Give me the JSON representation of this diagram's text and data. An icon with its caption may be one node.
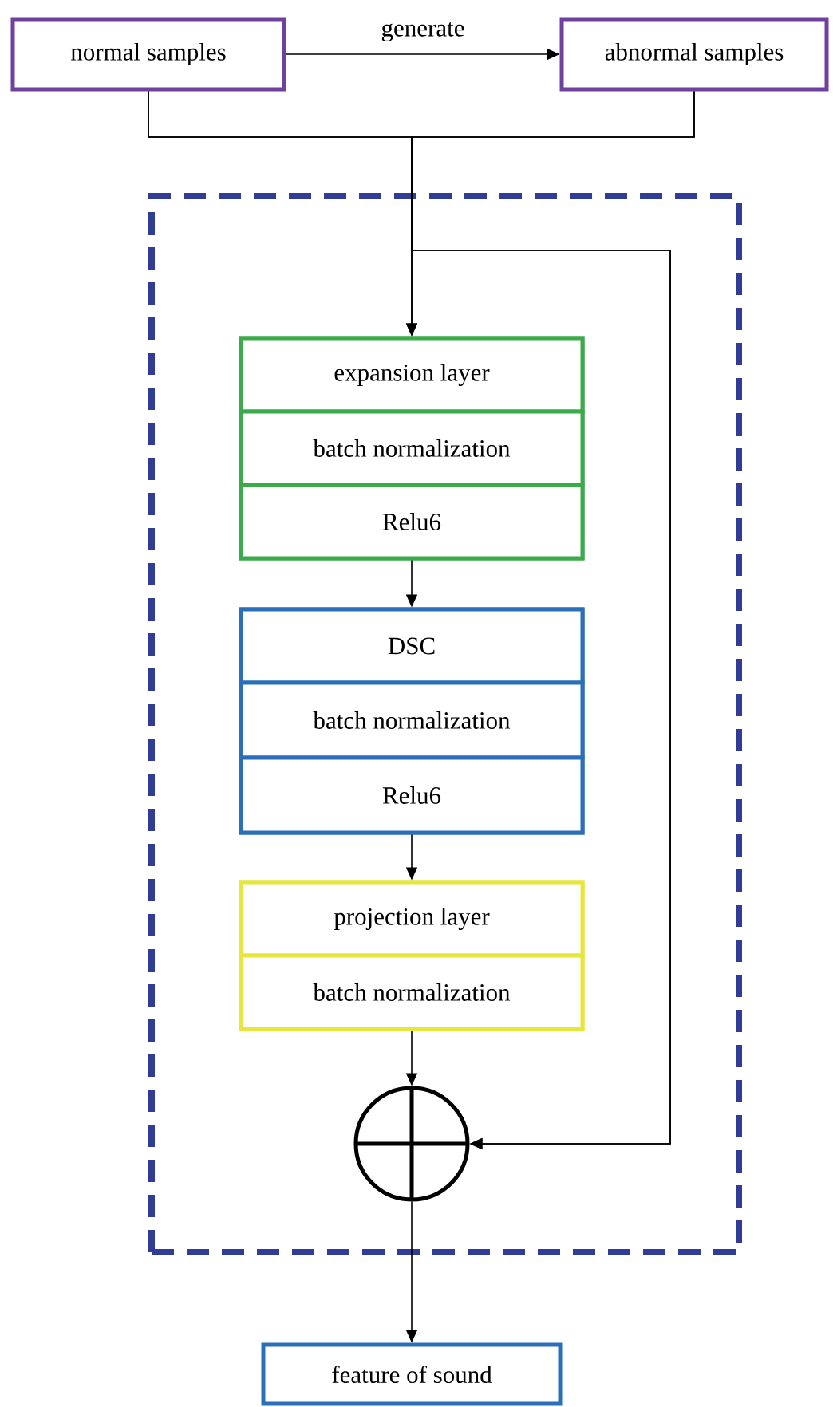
{
  "diagram": {
    "nodes": [
      {
        "text": [
          "normal samples"
        ]
      },
      {
        "text": [
          "abnormal samples"
        ]
      },
      {
        "text": [],
        "shape": "box"
      },
      {
        "text": [],
        "shape": "box",
        "in": 2
      },
      {
        "text": [
          "expansion layer"
        ],
        "in": 3
      },
      {
        "text": [
          "batch normalization"
        ],
        "in": 3
      },
      {
        "text": [
          "Relu6"
        ],
        "in": 3
      },
      {
        "text": [],
        "shape": "box",
        "in": 2
      },
      {
        "text": [
          "DSC"
        ],
        "in": 7
      },
      {
        "text": [
          "batch normalization"
        ],
        "in": 7
      },
      {
        "text": [
          "Relu6"
        ],
        "in": 7
      },
      {
        "text": [],
        "shape": "box",
        "in": 2
      },
      {
        "text": [
          "projection layer"
        ],
        "in": 11
      },
      {
        "text": [
          "batch normalization"
        ],
        "in": 11
      },
      {
        "text": [],
        "shape": "circle",
        "in": 2
      },
      {
        "text": [
          "feature of sound"
        ]
      }
    ],
    "edges": [
      {
        "from": 0,
        "to": 1,
        "arrow": "to",
        "label": "generate"
      },
      {
        "from": 0,
        "to": 3,
        "arrow": "to"
      },
      {
        "from": 1,
        "to": 3,
        "arrow": "to"
      },
      {
        "from": 0,
        "to": 14,
        "arrow": "to"
      },
      {
        "from": 1,
        "to": 14,
        "arrow": "to"
      },
      {
        "from": 3,
        "to": 7,
        "arrow": "to"
      },
      {
        "from": 7,
        "to": 11,
        "arrow": "to"
      },
      {
        "from": 11,
        "to": 14,
        "arrow": "to"
      },
      {
        "from": 14,
        "to": 15,
        "arrow": "to"
      }
    ]
  }
}
